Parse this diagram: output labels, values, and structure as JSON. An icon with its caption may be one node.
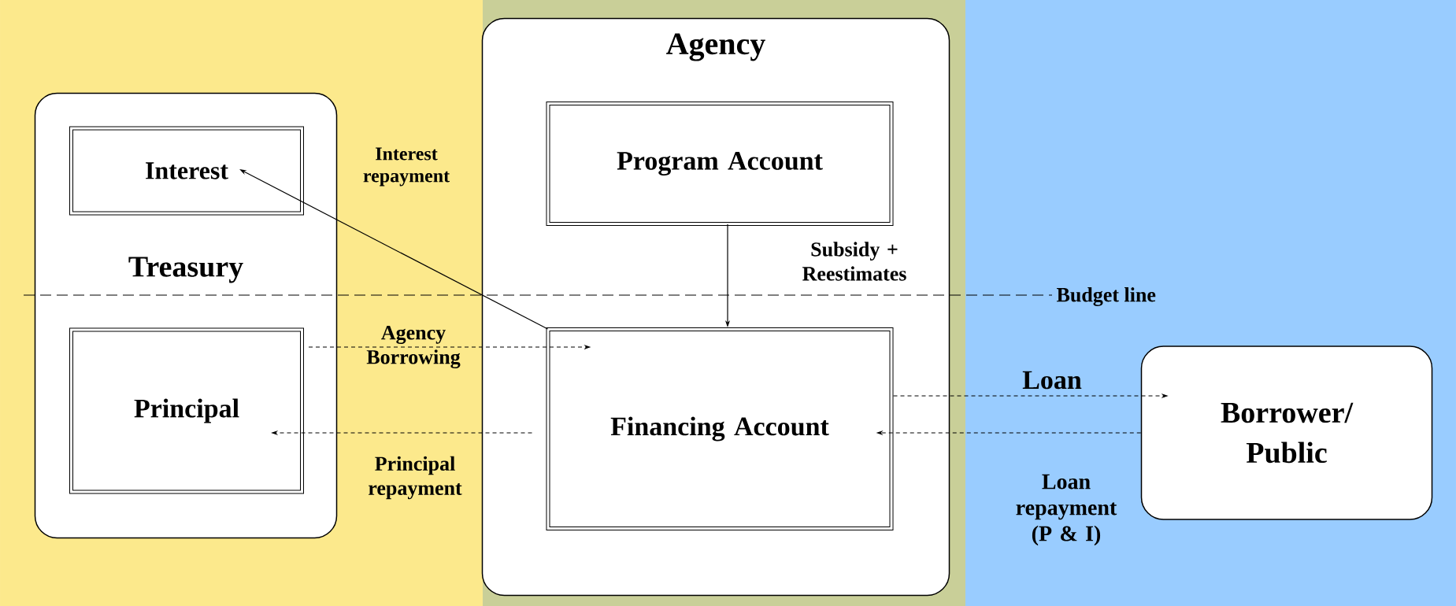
{
  "diagram": {
    "nodes": [
      {
        "text": [
          "Treasury"
        ]
      },
      {
        "text": [
          "Interest"
        ],
        "in": 0
      },
      {
        "text": [
          "Principal"
        ],
        "in": 0
      },
      {
        "text": [
          "Agency"
        ]
      },
      {
        "text": [
          "Program Account"
        ],
        "in": 3
      },
      {
        "text": [
          "Financing Account"
        ],
        "in": 3
      },
      {
        "text": [
          "Borrower/ Public"
        ]
      }
    ],
    "edges": [
      {
        "from": 5,
        "to": 1,
        "arrow": "to",
        "label": "Interest repayment"
      },
      {
        "from": 4,
        "to": 5,
        "arrow": "to",
        "label": "Subsidy + Reestimates"
      },
      {
        "from": 2,
        "to": 5,
        "arrow": "to",
        "label": "Agency Borrowing",
        "style": "dashed"
      },
      {
        "from": 5,
        "to": 2,
        "arrow": "to",
        "label": "Principal repayment",
        "style": "dashed"
      },
      {
        "from": 5,
        "to": 6,
        "arrow": "to",
        "label": "Loan",
        "style": "dashed"
      },
      {
        "from": 6,
        "to": 5,
        "arrow": "to",
        "label": "Loan repayment (P & I)",
        "style": "dashed"
      }
    ],
    "labels": [
      "Budget line"
    ]
  }
}
